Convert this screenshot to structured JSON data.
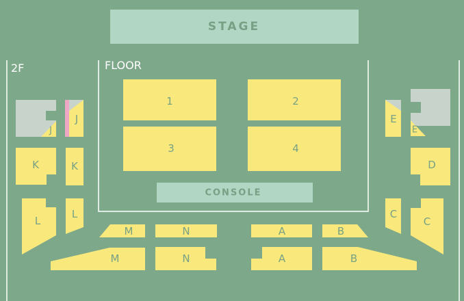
{
  "stage": {
    "label": "STAGE"
  },
  "console": {
    "label": "CONSOLE"
  },
  "zones": {
    "floor": "FLOOR",
    "second_floor": "2F"
  },
  "colors": {
    "background": "#7ea88a",
    "seat_available": "#f9e97c",
    "seat_unavailable": "#c8d3cc",
    "seat_pink": "#eea7c4",
    "stage_fill": "#b2d6c4",
    "label_text": "#77a085",
    "outline": "#ffffff"
  },
  "floor_blocks": [
    "1",
    "2",
    "3",
    "4"
  ],
  "second_floor_sections": {
    "A": "A",
    "B": "B",
    "C": "C",
    "D": "D",
    "E": "E",
    "J": "J",
    "K": "K",
    "L": "L",
    "M": "M",
    "N": "N"
  }
}
